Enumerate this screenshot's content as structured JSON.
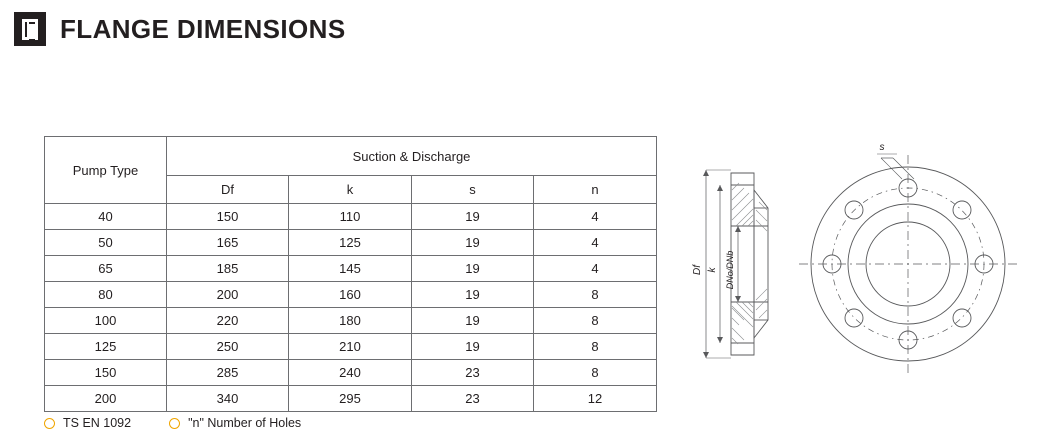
{
  "header": {
    "title": "FLANGE DIMENSIONS",
    "icon": "document-icon"
  },
  "table": {
    "group_headers": {
      "pump_type": "Pump Type",
      "suction_discharge": "Suction & Discharge"
    },
    "columns": [
      "Df",
      "k",
      "s",
      "n"
    ],
    "rows": [
      {
        "type": "40",
        "df": "150",
        "k": "110",
        "s": "19",
        "n": "4"
      },
      {
        "type": "50",
        "df": "165",
        "k": "125",
        "s": "19",
        "n": "4"
      },
      {
        "type": "65",
        "df": "185",
        "k": "145",
        "s": "19",
        "n": "4"
      },
      {
        "type": "80",
        "df": "200",
        "k": "160",
        "s": "19",
        "n": "8"
      },
      {
        "type": "100",
        "df": "220",
        "k": "180",
        "s": "19",
        "n": "8"
      },
      {
        "type": "125",
        "df": "250",
        "k": "210",
        "s": "19",
        "n": "8"
      },
      {
        "type": "150",
        "df": "285",
        "k": "240",
        "s": "23",
        "n": "8"
      },
      {
        "type": "200",
        "df": "340",
        "k": "295",
        "s": "23",
        "n": "12"
      }
    ]
  },
  "footnotes": [
    {
      "text": "TS EN 1092"
    },
    {
      "text": "\"n\" Number of Holes"
    }
  ],
  "drawing": {
    "labels": {
      "s": "s",
      "df": "Df",
      "k": "k",
      "dn": "DNo/DNb"
    }
  },
  "colors": {
    "accent": "#f0a500",
    "text": "#231f20",
    "rule": "#6d6e71"
  }
}
